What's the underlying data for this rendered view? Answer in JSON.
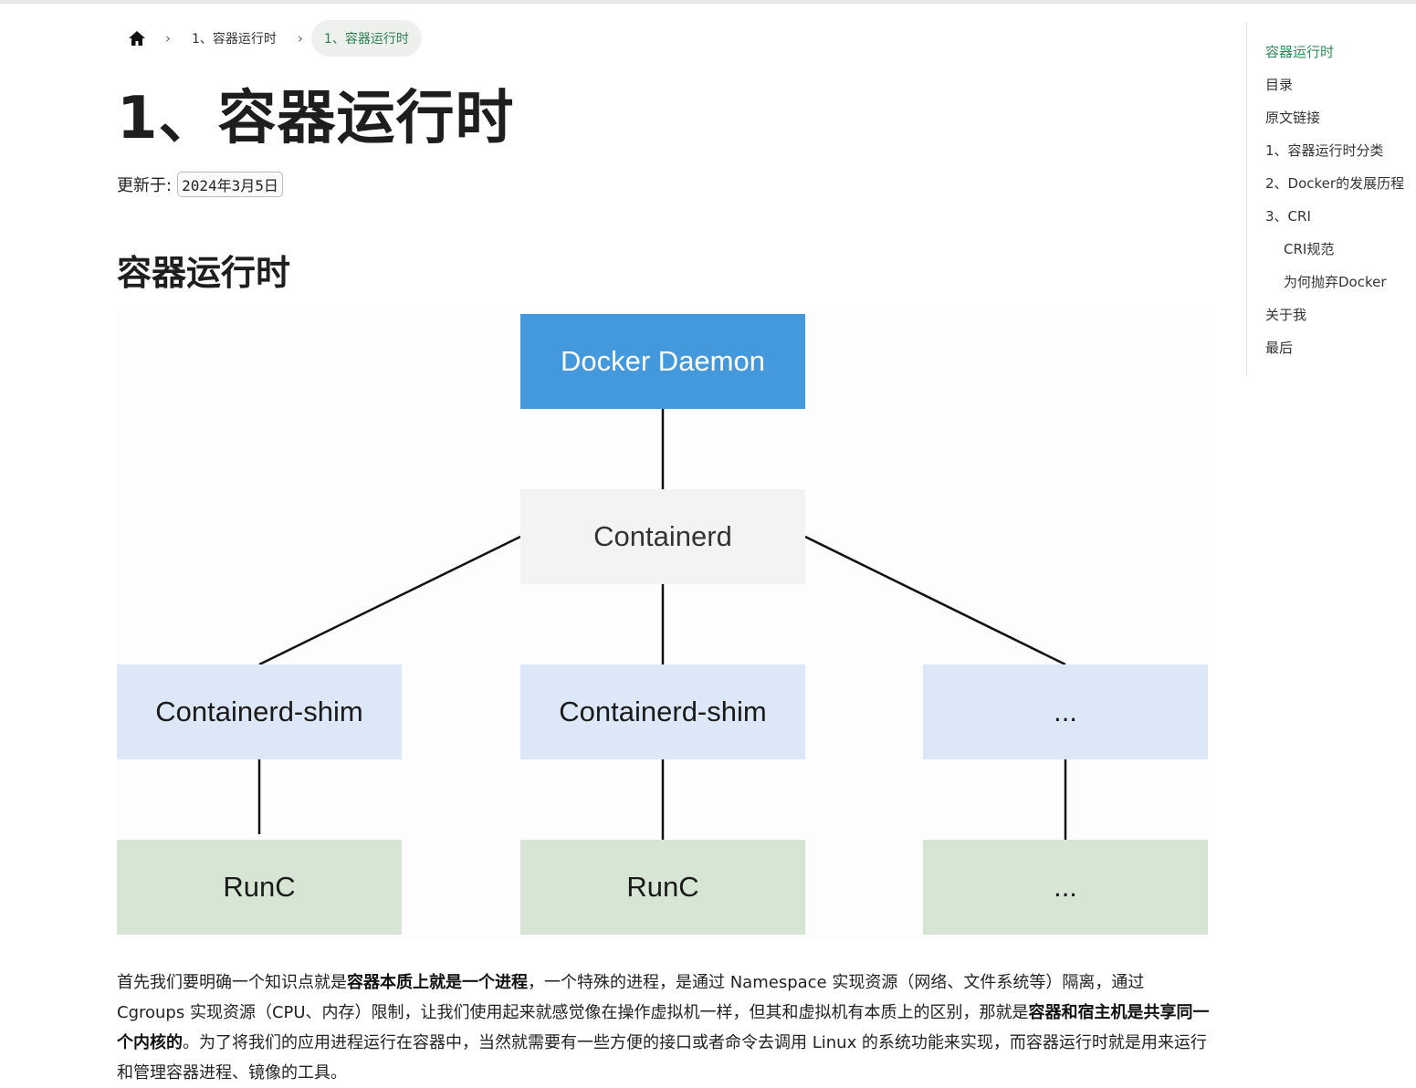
{
  "breadcrumb": {
    "items": [
      "1、容器运行时",
      "1、容器运行时"
    ]
  },
  "page": {
    "title": "1、容器运行时",
    "updated_label": "更新于:",
    "updated_date": "2024年3月5日",
    "section_heading": "容器运行时"
  },
  "diagram": {
    "daemon": "Docker Daemon",
    "containerd": "Containerd",
    "shims": [
      "Containerd-shim",
      "Containerd-shim",
      "..."
    ],
    "runcs": [
      "RunC",
      "RunC",
      "..."
    ],
    "colors": {
      "daemon": "#4499dd",
      "containerd": "#f3f3f3",
      "shim": "#dce7f8",
      "runc": "#d7e6d4"
    }
  },
  "paragraph": {
    "p1": "首先我们要明确一个知识点就是",
    "b1": "容器本质上就是一个进程",
    "p2": "，一个特殊的进程，是通过 Namespace 实现资源（网络、文件系统等）隔离，通过 Cgroups 实现资源（CPU、内存）限制，让我们使用起来就感觉像在操作虚拟机一样，但其和虚拟机有本质上的区别，那就是",
    "b2": "容器和宿主机是共享同一个内核的",
    "p3": "。为了将我们的应用进程运行在容器中，当然就需要有一些方便的接口或者命令去调用 Linux 的系统功能来实现，而容器运行时就是用来运行和管理容器进程、镜像的工具。"
  },
  "toc": {
    "items": [
      "容器运行时",
      "目录",
      "原文链接",
      "1、容器运行时分类",
      "2、Docker的发展历程",
      "3、CRI",
      "CRI规范",
      "为何抛弃Docker",
      "关于我",
      "最后"
    ],
    "active_color": "#2e8b57"
  },
  "icons": {
    "home": "home-icon",
    "separator": "chevron-right-icon"
  }
}
